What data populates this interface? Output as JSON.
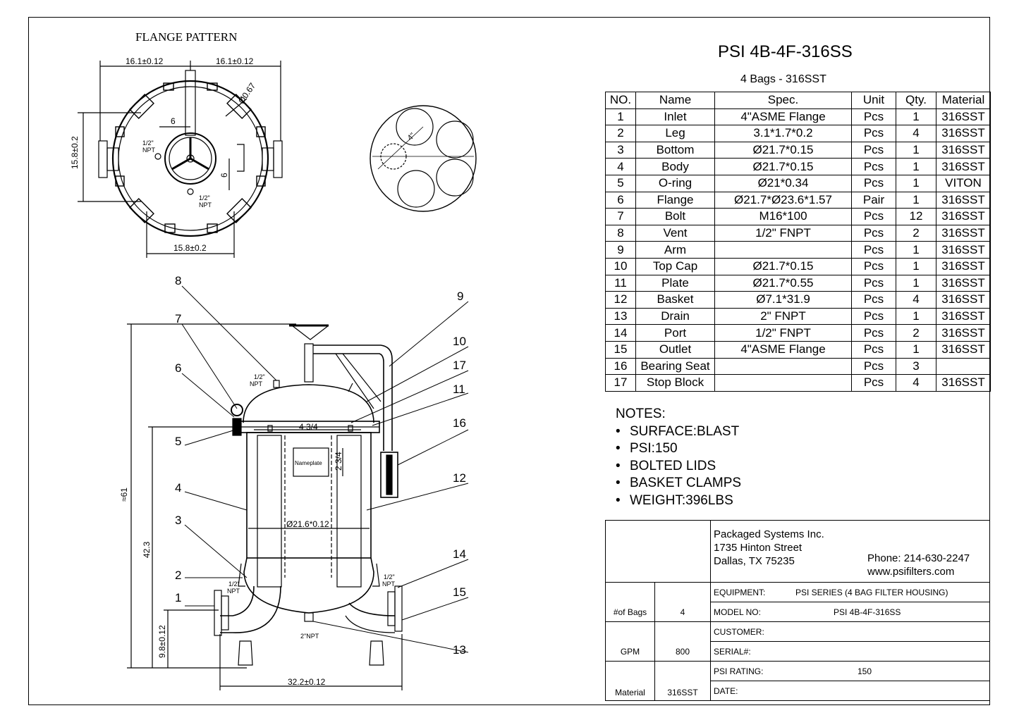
{
  "drawing": {
    "title": "PSI 4B-4F-316SS",
    "subtitle": "4 Bags - 316SST",
    "flange_pattern_title": "FLANGE PATTERN",
    "dims": {
      "flange_w_left": "16.1±0.12",
      "flange_w_right": "16.1±0.12",
      "flange_h": "15.8±0.2",
      "flange_bottom": "15.8±0.2",
      "hole": "Ø0.67",
      "six_a": "6",
      "six_b": "6",
      "npt_a_1": "1/2\"",
      "npt_a_2": "NPT",
      "npt_b_1": "1/2\"",
      "npt_b_2": "NPT",
      "basket_4": "4\"",
      "overall_h": "≈61",
      "h_42": "42.3",
      "h_98": "9.8±0.12",
      "width_322": "32.2±0.12",
      "body_dia": "Ø21.6*0.12",
      "top_434": "4 3/4",
      "plate_234": "2 3/4",
      "nameplate": "Nameplate",
      "npt_top_1": "1/2\"",
      "npt_top_2": "NPT",
      "npt_left_1": "1/2\"",
      "npt_left_2": "NPT",
      "npt_right_1": "1/2\"",
      "npt_right_2": "NPT",
      "npt_bottom": "2\"NPT"
    },
    "callouts": [
      "1",
      "2",
      "3",
      "4",
      "5",
      "6",
      "7",
      "8",
      "9",
      "10",
      "11",
      "12",
      "13",
      "14",
      "15",
      "16",
      "17"
    ]
  },
  "bom": {
    "headers": [
      "NO.",
      "Name",
      "Spec.",
      "Unit",
      "Qty.",
      "Material"
    ],
    "rows": [
      {
        "no": "1",
        "name": "Inlet",
        "spec": "4\"ASME Flange",
        "unit": "Pcs",
        "qty": "1",
        "material": "316SST"
      },
      {
        "no": "2",
        "name": "Leg",
        "spec": "3.1*1.7*0.2",
        "unit": "Pcs",
        "qty": "4",
        "material": "316SST"
      },
      {
        "no": "3",
        "name": "Bottom",
        "spec": "Ø21.7*0.15",
        "unit": "Pcs",
        "qty": "1",
        "material": "316SST"
      },
      {
        "no": "4",
        "name": "Body",
        "spec": "Ø21.7*0.15",
        "unit": "Pcs",
        "qty": "1",
        "material": "316SST"
      },
      {
        "no": "5",
        "name": "O-ring",
        "spec": "Ø21*0.34",
        "unit": "Pcs",
        "qty": "1",
        "material": "VITON"
      },
      {
        "no": "6",
        "name": "Flange",
        "spec": "Ø21.7*Ø23.6*1.57",
        "unit": "Pair",
        "qty": "1",
        "material": "316SST"
      },
      {
        "no": "7",
        "name": "Bolt",
        "spec": "M16*100",
        "unit": "Pcs",
        "qty": "12",
        "material": "316SST"
      },
      {
        "no": "8",
        "name": "Vent",
        "spec": "1/2\" FNPT",
        "unit": "Pcs",
        "qty": "2",
        "material": "316SST"
      },
      {
        "no": "9",
        "name": "Arm",
        "spec": "",
        "unit": "Pcs",
        "qty": "1",
        "material": "316SST"
      },
      {
        "no": "10",
        "name": "Top Cap",
        "spec": "Ø21.7*0.15",
        "unit": "Pcs",
        "qty": "1",
        "material": "316SST"
      },
      {
        "no": "11",
        "name": "Plate",
        "spec": "Ø21.7*0.55",
        "unit": "Pcs",
        "qty": "1",
        "material": "316SST"
      },
      {
        "no": "12",
        "name": "Basket",
        "spec": "Ø7.1*31.9",
        "unit": "Pcs",
        "qty": "4",
        "material": "316SST"
      },
      {
        "no": "13",
        "name": "Drain",
        "spec": "2\" FNPT",
        "unit": "Pcs",
        "qty": "1",
        "material": "316SST"
      },
      {
        "no": "14",
        "name": "Port",
        "spec": "1/2\" FNPT",
        "unit": "Pcs",
        "qty": "2",
        "material": "316SST"
      },
      {
        "no": "15",
        "name": "Outlet",
        "spec": "4\"ASME Flange",
        "unit": "Pcs",
        "qty": "1",
        "material": "316SST"
      },
      {
        "no": "16",
        "name": "Bearing Seat",
        "spec": "",
        "unit": "Pcs",
        "qty": "3",
        "material": ""
      },
      {
        "no": "17",
        "name": "Stop Block",
        "spec": "",
        "unit": "Pcs",
        "qty": "4",
        "material": "316SST"
      }
    ]
  },
  "notes": {
    "heading": "NOTES:",
    "items": [
      "SURFACE:BLAST",
      "PSI:150",
      "BOLTED LIDS",
      "BASKET CLAMPS",
      "WEIGHT:396LBS"
    ]
  },
  "title_block": {
    "company": "Packaged Systems Inc.",
    "street": "1735 Hinton Street",
    "city": "Dallas, TX 75235",
    "phone": "Phone: 214-630-2247",
    "web": "www.psifilters.com",
    "equipment_label": "EQUIPMENT:",
    "equipment_value": "PSI SERIES (4 BAG FILTER HOUSING)",
    "model_label": "MODEL NO:",
    "model_value": "PSI 4B-4F-316SS",
    "customer_label": "CUSTOMER:",
    "serial_label": "SERIAL#:",
    "psi_label": "PSI RATING:",
    "psi_value": "150",
    "date_label": "DATE:",
    "bags_label": "#of Bags",
    "bags_value": "4",
    "gpm_label": "GPM",
    "gpm_value": "800",
    "material_label": "Material",
    "material_value": "316SST"
  }
}
